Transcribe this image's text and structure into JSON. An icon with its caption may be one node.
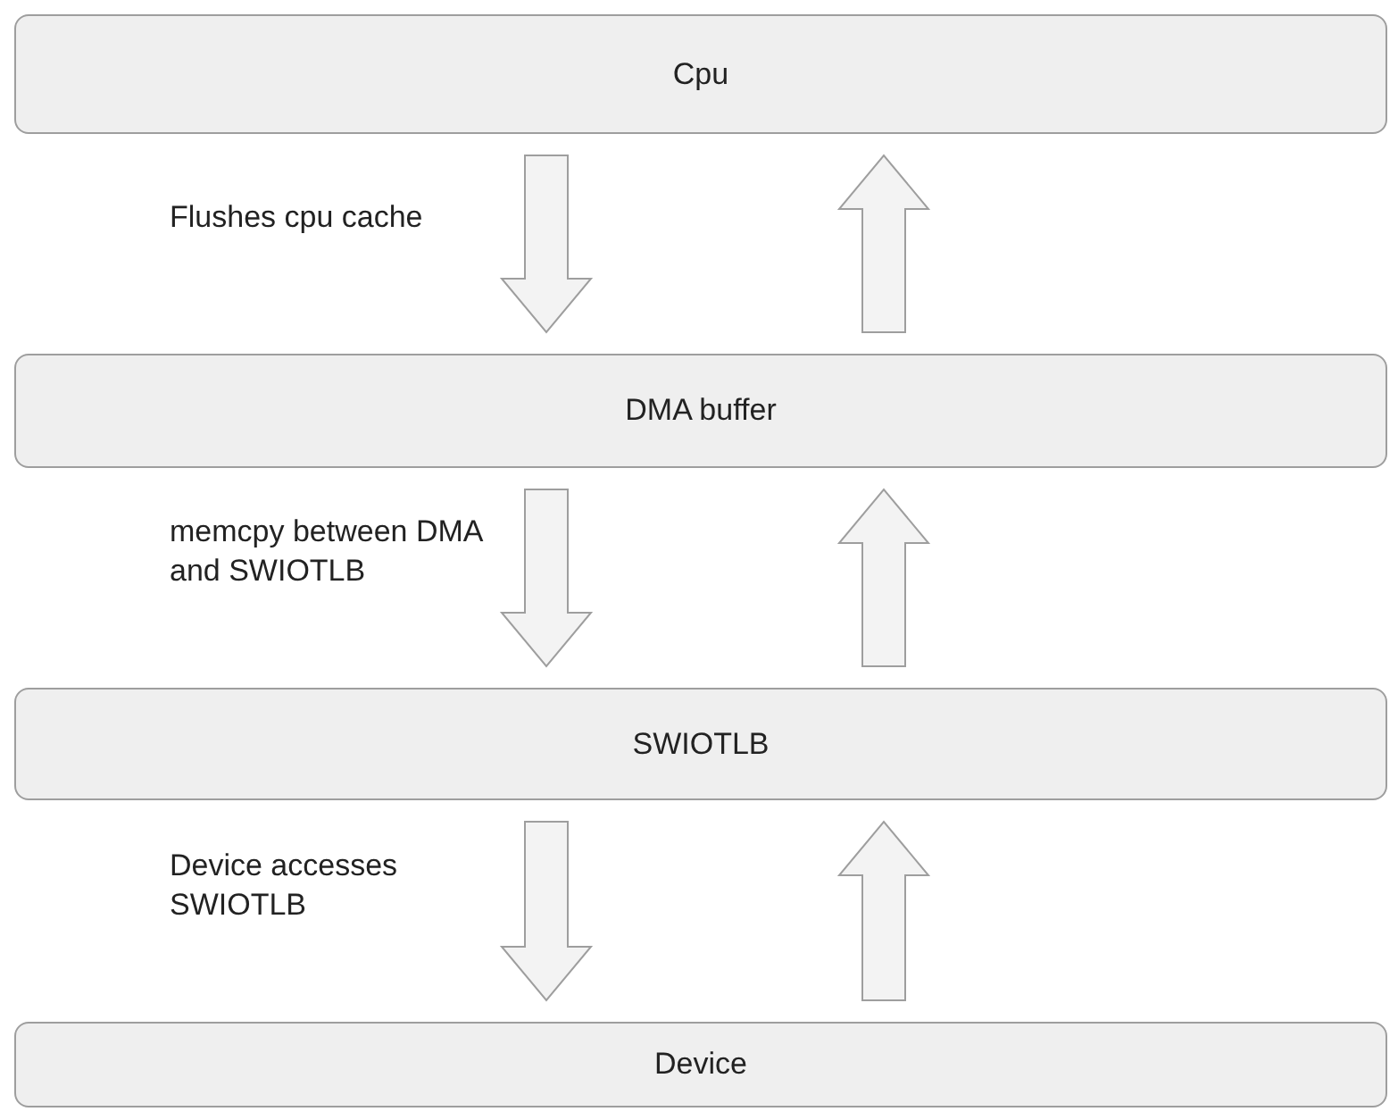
{
  "diagram": {
    "nodes": [
      {
        "text": [
          "Cpu"
        ]
      },
      {
        "text": [
          "DMA buffer"
        ]
      },
      {
        "text": [
          "SWIOTLB"
        ]
      },
      {
        "text": [
          "Device"
        ]
      }
    ],
    "edges": [
      {
        "from": 0,
        "to": 1,
        "arrow": "to",
        "label": "Flushes cpu cache"
      },
      {
        "from": 1,
        "to": 0,
        "arrow": "to"
      },
      {
        "from": 1,
        "to": 2,
        "arrow": "to",
        "label": "memcpy between DMA and SWIOTLB"
      },
      {
        "from": 2,
        "to": 1,
        "arrow": "to"
      },
      {
        "from": 2,
        "to": 3,
        "arrow": "to",
        "label": "Device accesses SWIOTLB"
      },
      {
        "from": 3,
        "to": 2,
        "arrow": "to"
      }
    ]
  }
}
